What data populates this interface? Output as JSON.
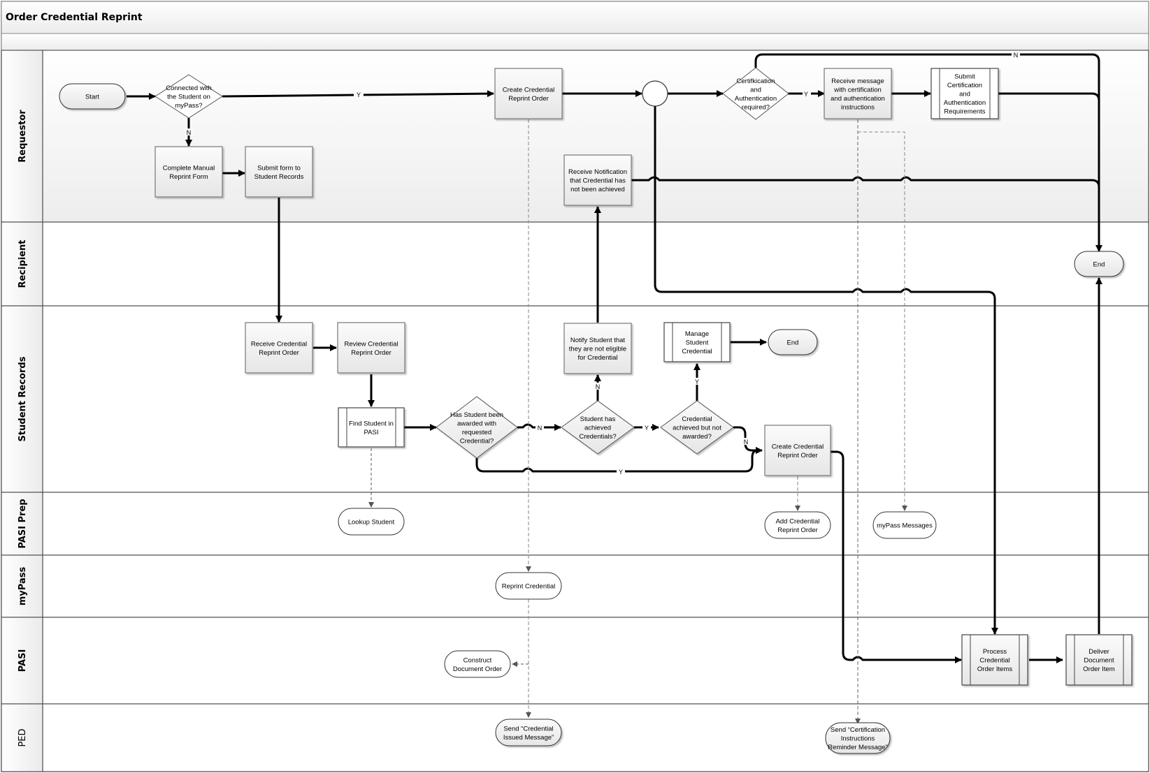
{
  "title": "Order Credential Reprint",
  "lanes": [
    {
      "id": "requestor",
      "label": "Requestor"
    },
    {
      "id": "recipient",
      "label": "Recipient"
    },
    {
      "id": "student-records",
      "label": "Student Records"
    },
    {
      "id": "pasi-prep",
      "label": "PASI Prep"
    },
    {
      "id": "mypass",
      "label": "myPass"
    },
    {
      "id": "pasi",
      "label": "PASI"
    },
    {
      "id": "ped",
      "label": "PED"
    }
  ],
  "nodes": {
    "start": [
      "Start"
    ],
    "connected_decision": [
      "Connected with",
      "the Student on",
      "myPass?"
    ],
    "complete_manual_form": [
      "Complete Manual",
      "Reprint Form"
    ],
    "submit_form": [
      "Submit form to",
      "Student Records"
    ],
    "create_reprint_order_req": [
      "Create Credential",
      "Reprint Order"
    ],
    "receive_notification": [
      "Receive Notification",
      "that Credential has",
      "not been achieved"
    ],
    "cert_auth_decision": [
      "Certifkication",
      "and",
      "Authentication",
      "required?"
    ],
    "receive_message": [
      "Receive message",
      "with certification",
      "and authentication",
      "instructions"
    ],
    "submit_cert": [
      "Submit",
      "Certification",
      "and",
      "Authentication",
      "Requirements"
    ],
    "end_recipient": [
      "End"
    ],
    "receive_reprint_order": [
      "Receive Credential",
      "Reprint Order"
    ],
    "review_reprint_order": [
      "Review Credential",
      "Reprint Order"
    ],
    "find_student": [
      "Find Student in",
      "PASI"
    ],
    "awarded_decision": [
      "Has Student been",
      "awarded with",
      "requested",
      "Credential?"
    ],
    "notify_not_eligible": [
      "Notify Student that",
      "they are not eligible",
      "for Credential"
    ],
    "achieved_decision": [
      "Student has",
      "achieved",
      "Credentials?"
    ],
    "manage_credential": [
      "Manage",
      "Student",
      "Credential"
    ],
    "end_student_records": [
      "End"
    ],
    "not_awarded_decision": [
      "Credential",
      "achieved but not",
      "awarded?"
    ],
    "create_reprint_order_sr": [
      "Create Credential",
      "Reprint Order"
    ],
    "lookup_student": [
      "Lookup Student"
    ],
    "add_reprint_order": [
      "Add Credential",
      "Reprint Order"
    ],
    "mypass_messages": [
      "myPass Messages"
    ],
    "reprint_credential": [
      "Reprint Credential"
    ],
    "construct_document_order": [
      "Construct",
      "Document Order"
    ],
    "process_order_items": [
      "Process",
      "Credential",
      "Order Items"
    ],
    "deliver_order_item": [
      "Deliver",
      "Document",
      "Order Item"
    ],
    "send_issued_message": [
      "Send “Credential",
      "Issued Message”"
    ],
    "send_reminder_message": [
      "Send “Certification",
      "Instructions",
      "Reminder Message”"
    ]
  },
  "edge_labels": {
    "yes": "Y",
    "no": "N"
  }
}
